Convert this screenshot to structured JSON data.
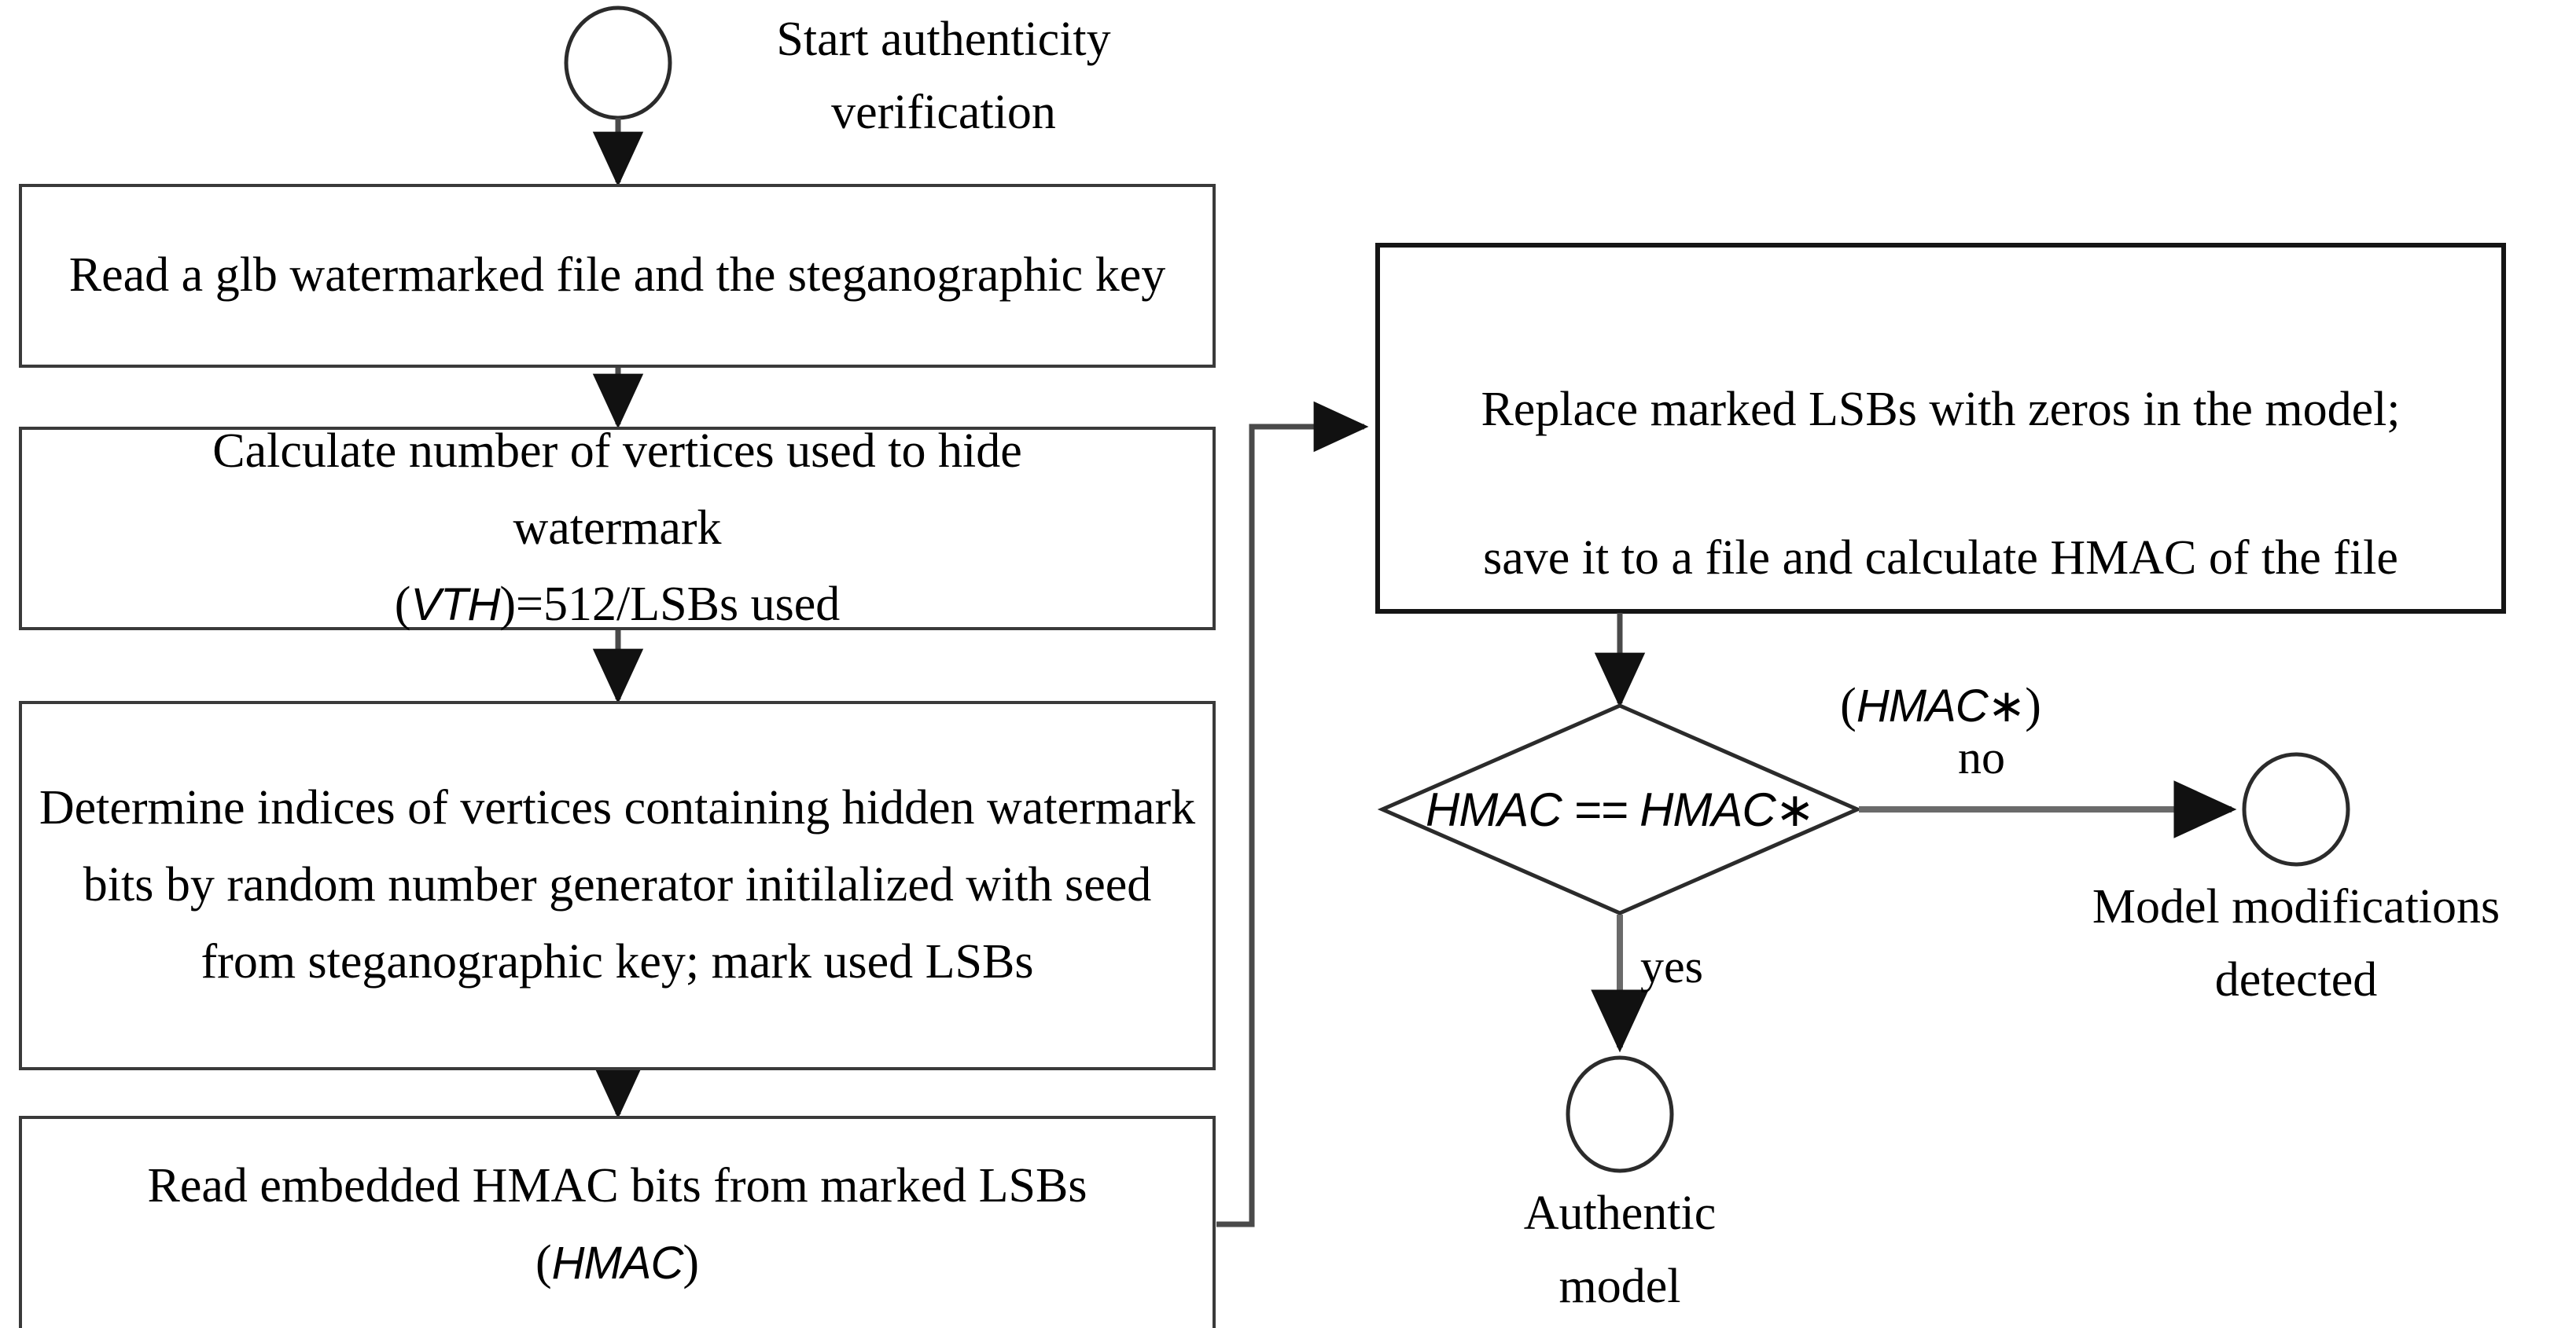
{
  "diagram": {
    "type": "flowchart",
    "title": "Authenticity verification flowchart",
    "nodes": {
      "start": {
        "shape": "circle",
        "label": "Start authenticity\nverification"
      },
      "step1": {
        "shape": "process",
        "label": "Read a glb watermarked file and the\nsteganographic key"
      },
      "step2": {
        "shape": "process",
        "line1": "Calculate number of vertices used to hide",
        "line2": "watermark",
        "line3_prefix": "(",
        "line3_var": "VTH",
        "line3_suffix": ")=512/LSBs used"
      },
      "step3": {
        "shape": "process",
        "label": "Determine indices of vertices containing hidden\nwatermark bits by random number generator\ninitilalized with seed from steganographic key;\nmark used LSBs"
      },
      "step4": {
        "shape": "process",
        "line1": "Read embedded HMAC bits from marked LSBs",
        "line2_prefix": "(",
        "line2_var": "HMAC",
        "line2_suffix": ")"
      },
      "step5": {
        "shape": "process",
        "line1": "Replace marked LSBs with zeros in the model;",
        "line2": "save it to a file and calculate HMAC of the file",
        "line3_prefix": "(",
        "line3_var": "HMAC∗",
        "line3_suffix": ")"
      },
      "decision": {
        "shape": "diamond",
        "label": "HMAC  ==  HMAC∗"
      },
      "end_no": {
        "shape": "circle",
        "caption": "Model modifications\ndetected"
      },
      "end_yes": {
        "shape": "circle",
        "caption": "Authentic\nmodel"
      }
    },
    "edges": {
      "start_to_step1": {
        "label": ""
      },
      "step1_to_step2": {
        "label": ""
      },
      "step2_to_step3": {
        "label": ""
      },
      "step3_to_step4": {
        "label": ""
      },
      "step4_to_step5": {
        "label": ""
      },
      "step5_to_decision": {
        "label": ""
      },
      "decision_to_end_no": {
        "label": "no"
      },
      "decision_to_end_yes": {
        "label": "yes"
      }
    },
    "colors": {
      "stroke": "#2b2b2b",
      "box_border": "#3a3a3a",
      "text": "#000000",
      "background": "#ffffff"
    }
  }
}
